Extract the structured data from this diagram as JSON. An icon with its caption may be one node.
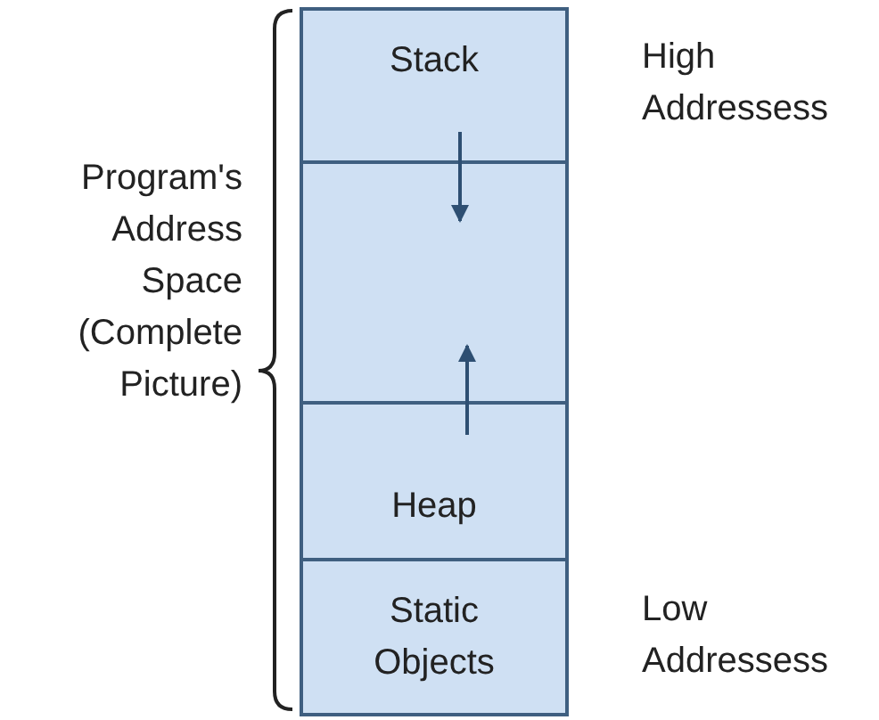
{
  "diagram": {
    "nodes": [
      {
        "text": [
          "Stack"
        ]
      },
      {
        "text": [],
        "shape": "box"
      },
      {
        "text": [
          "Heap"
        ]
      },
      {
        "text": [
          "Static Objects"
        ]
      }
    ],
    "edges": [
      {
        "from": 0,
        "to": 1,
        "arrow": "to"
      },
      {
        "from": 2,
        "to": 1,
        "arrow": "to"
      }
    ],
    "labels": [
      "High Addressess",
      "Program's Address Space (Complete Picture)",
      "Low Addressess"
    ]
  }
}
